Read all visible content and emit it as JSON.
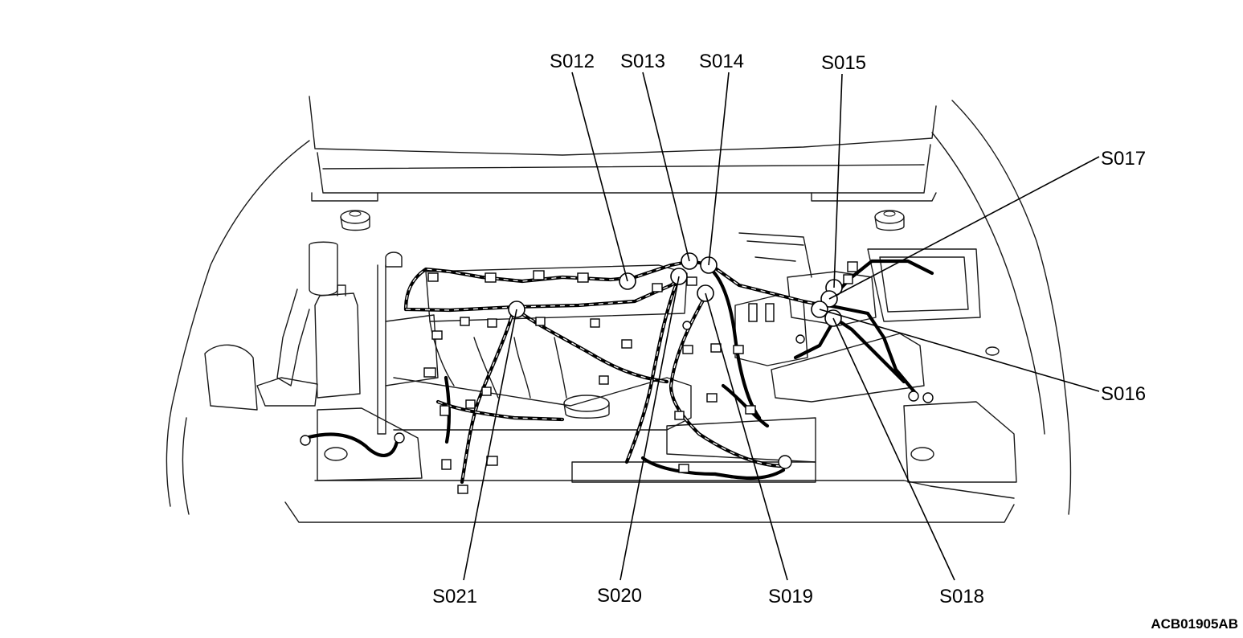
{
  "splices": [
    {
      "id": "s012",
      "label": "S012"
    },
    {
      "id": "s013",
      "label": "S013"
    },
    {
      "id": "s014",
      "label": "S014"
    },
    {
      "id": "s015",
      "label": "S015"
    },
    {
      "id": "s016",
      "label": "S016"
    },
    {
      "id": "s017",
      "label": "S017"
    },
    {
      "id": "s018",
      "label": "S018"
    },
    {
      "id": "s019",
      "label": "S019"
    },
    {
      "id": "s020",
      "label": "S020"
    },
    {
      "id": "s021",
      "label": "S021"
    }
  ],
  "figure_code": "ACB01905AB"
}
